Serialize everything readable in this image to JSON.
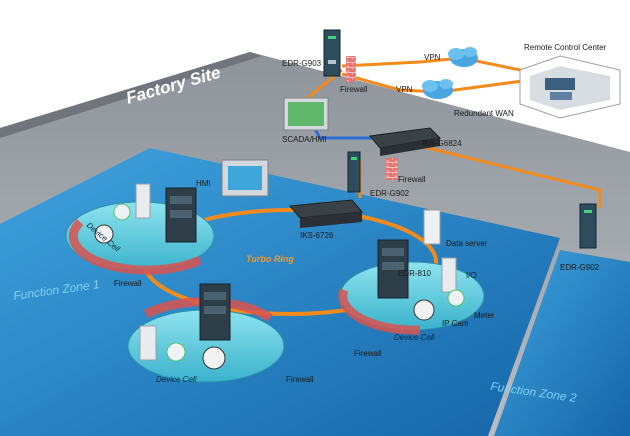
{
  "site": {
    "title": "Factory Site"
  },
  "zones": {
    "zone1": "Function Zone 1",
    "zone2": "Function Zone 2"
  },
  "ring": {
    "label": "Turbo Ring"
  },
  "devices": {
    "edr_g903": "EDR-G903",
    "edr_g902_center": "EDR-G902",
    "edr_g902_right": "EDR-G902",
    "iks_g6824": "IKS-G6824",
    "iks_6726": "IKS-6726",
    "edr_810": "EDR-810",
    "scada": "SCADA/HMI",
    "hmi": "HMI",
    "data_server": "Data server",
    "io": "I/O",
    "meter": "Meter",
    "ip_cam": "IP Cam"
  },
  "network": {
    "vpn1": "VPN",
    "vpn2": "VPN",
    "remote_center": "Remote Control Center",
    "redundant_wan": "Redundant WAN"
  },
  "firewalls": {
    "top": "Firewall",
    "center": "Firewall",
    "cell_left": "Firewall",
    "cell_bottom": "Firewall",
    "cell_right": "Firewall"
  },
  "cells": {
    "left": "Device Cell",
    "bottom": "Device Cell",
    "right": "Device Cell"
  },
  "colors": {
    "floor": "#a8adb3",
    "zone_blue": "#1f7fc4",
    "cell_teal": "#4fc3d6",
    "orange_link": "#f28a1c",
    "blue_link": "#2a6fd1",
    "brick": "#d9534f"
  }
}
